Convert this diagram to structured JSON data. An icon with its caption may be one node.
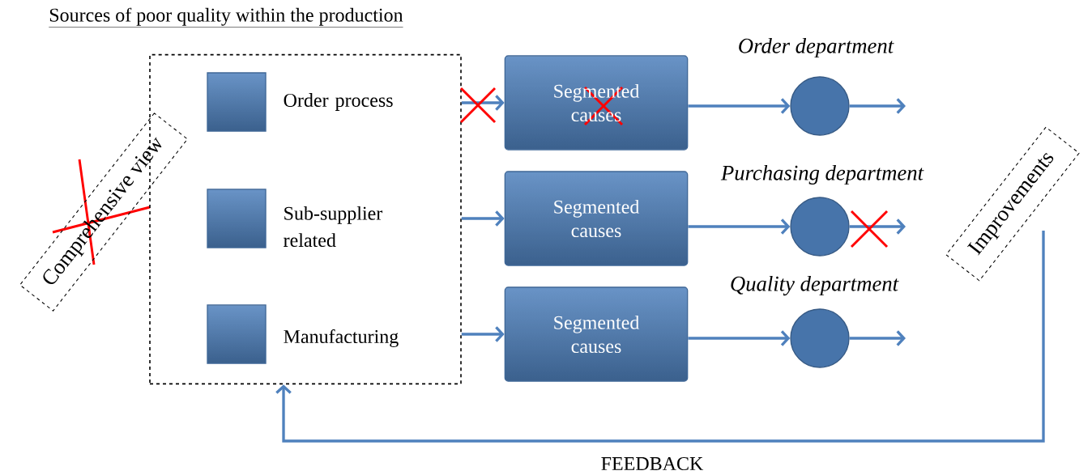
{
  "diagram": {
    "title": "Sources of poor quality within the production",
    "nodes": [
      {
        "text": [],
        "shape": "box"
      },
      {
        "text": [],
        "shape": "box",
        "in": 0,
        "beside": [
          "Order process"
        ]
      },
      {
        "text": [],
        "shape": "box",
        "in": 0,
        "beside": [
          "Sub-supplier related"
        ]
      },
      {
        "text": [],
        "shape": "box",
        "in": 0,
        "beside": [
          "Manufacturing"
        ]
      },
      {
        "text": [
          "Comprehensive view"
        ]
      },
      {
        "text": [
          "Segmented causes"
        ]
      },
      {
        "text": [
          "Segmented causes"
        ]
      },
      {
        "text": [
          "Segmented causes"
        ]
      },
      {
        "text": [],
        "shape": "circle",
        "beside": [
          "Order department"
        ]
      },
      {
        "text": [],
        "shape": "circle",
        "beside": [
          "Purchasing department"
        ]
      },
      {
        "text": [],
        "shape": "circle",
        "beside": [
          "Quality department"
        ]
      },
      {
        "text": [
          "Improvements"
        ]
      }
    ],
    "edges": [
      {
        "from": 0,
        "to": 5,
        "arrow": "to"
      },
      {
        "from": 0,
        "to": 6,
        "arrow": "to"
      },
      {
        "from": 0,
        "to": 7,
        "arrow": "to"
      },
      {
        "from": 5,
        "to": 8,
        "arrow": "to"
      },
      {
        "from": 6,
        "to": 9,
        "arrow": "to"
      },
      {
        "from": 7,
        "to": 10,
        "arrow": "to"
      },
      {
        "from": 8,
        "to": null,
        "arrow": "to"
      },
      {
        "from": 9,
        "to": null,
        "arrow": "to"
      },
      {
        "from": 10,
        "to": null,
        "arrow": "to"
      },
      {
        "from": 11,
        "to": 0,
        "arrow": "to",
        "label": "FEEDBACK"
      }
    ]
  }
}
